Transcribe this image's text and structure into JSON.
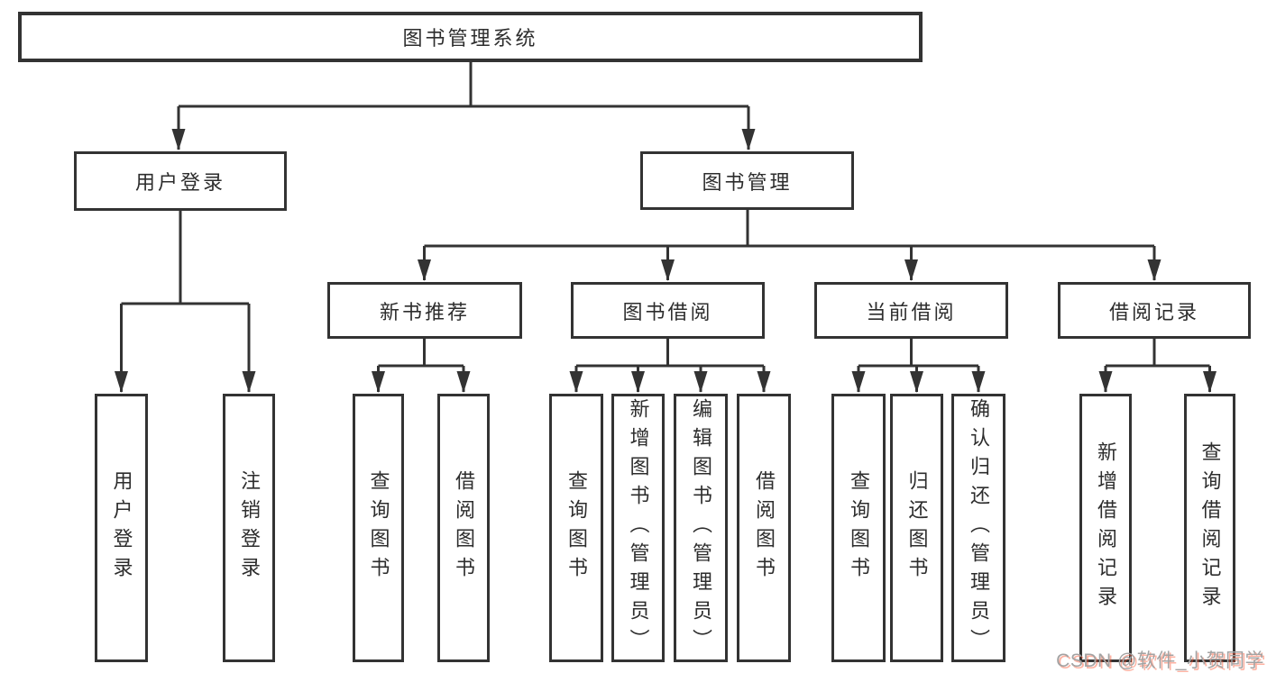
{
  "tree": {
    "label": "图书管理系统",
    "children": [
      {
        "label": "用户登录",
        "children": [
          {
            "label": "用户登录"
          },
          {
            "label": "注销登录"
          }
        ]
      },
      {
        "label": "图书管理",
        "children": [
          {
            "label": "新书推荐",
            "children": [
              {
                "label": "查询图书"
              },
              {
                "label": "借阅图书"
              }
            ]
          },
          {
            "label": "图书借阅",
            "children": [
              {
                "label": "查询图书"
              },
              {
                "label": "新增图书（管理员）"
              },
              {
                "label": "编辑图书（管理员）"
              },
              {
                "label": "借阅图书"
              }
            ]
          },
          {
            "label": "当前借阅",
            "children": [
              {
                "label": "查询图书"
              },
              {
                "label": "归还图书"
              },
              {
                "label": "确认归还（管理员）"
              }
            ]
          },
          {
            "label": "借阅记录",
            "children": [
              {
                "label": "新增借阅记录"
              },
              {
                "label": "查询借阅记录"
              }
            ]
          }
        ]
      }
    ]
  },
  "watermark": {
    "text": "CSDN @软件_小贺同学"
  },
  "colors": {
    "line": "#333333",
    "box_border": "#333333",
    "text": "#2d2d2d",
    "background": "#ffffff",
    "watermark_gray": "#a3a3a3",
    "watermark_red": "#fc5531"
  }
}
